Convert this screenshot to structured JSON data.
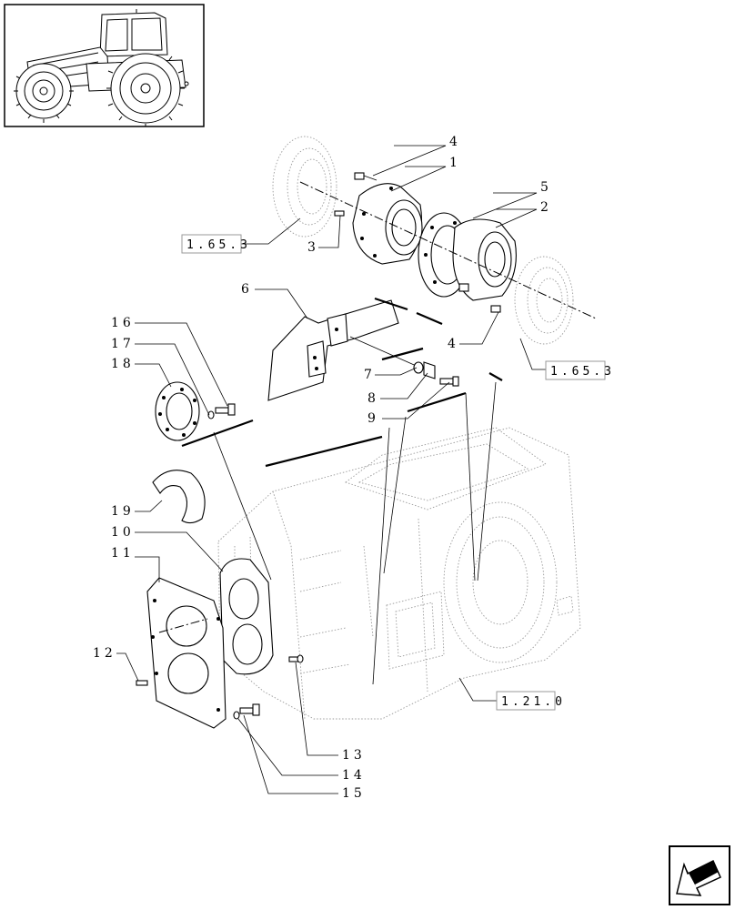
{
  "diagram": {
    "callouts": {
      "c1": "1",
      "c2": "2",
      "c3": "3",
      "c4a": "4",
      "c4b": "4",
      "c5": "5",
      "c6": "6",
      "c7": "7",
      "c8": "8",
      "c9": "9",
      "c10": "10",
      "c11": "11",
      "c12": "12",
      "c13": "13",
      "c14": "14",
      "c15": "15",
      "c16": "16",
      "c17": "17",
      "c18": "18",
      "c19": "19"
    },
    "references": {
      "r1": "1.65.3",
      "r2": "1.65.3",
      "r3": "1.21.0"
    }
  },
  "icons": {
    "thumbnail": "tractor-icon",
    "nav": "next-page-arrow-icon"
  },
  "colors": {
    "line": "#000000",
    "ghost": "#9a9a9a",
    "background": "#ffffff"
  }
}
